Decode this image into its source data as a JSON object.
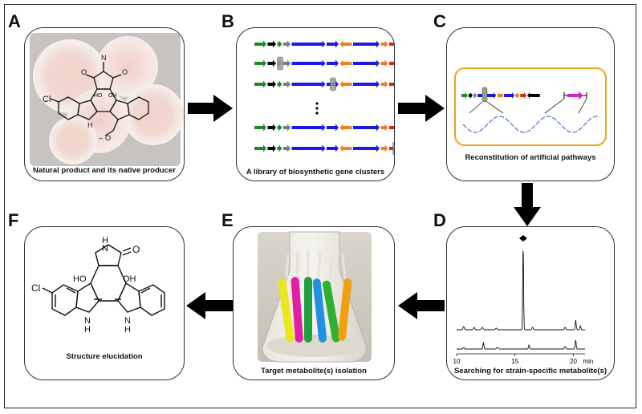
{
  "panels": {
    "a": {
      "letter": "A",
      "caption": "Natural product and its native producer"
    },
    "b": {
      "letter": "B",
      "caption": "A library of biosynthetic gene clusters"
    },
    "c": {
      "letter": "C",
      "caption": "Reconstitution of artificial pathways"
    },
    "d": {
      "letter": "D",
      "caption": "Searching for strain-specific metabolite(s)",
      "axis_ticks": [
        "10",
        "15",
        "20"
      ],
      "axis_unit": "min"
    },
    "e": {
      "letter": "E",
      "caption": "Target metabolite(s) isolation"
    },
    "f": {
      "letter": "F",
      "caption": "Structure elucidation"
    }
  },
  "chem_labels": {
    "cl": "Cl",
    "nh": "H",
    "n": "N",
    "o": "O",
    "me": "–",
    "ho": "HO",
    "oh": "OH",
    "hn": "HN",
    "h": "H",
    "nh_f": "N"
  },
  "colors": {
    "green": "#1a8a2a",
    "gray": "#7a7a7a",
    "blue": "#1a1ae6",
    "orange": "#f08020",
    "red": "#e02010",
    "black": "#000000",
    "magenta": "#d020d0",
    "gold_border": "#e8a81a",
    "wave": "#4a6fd0"
  }
}
